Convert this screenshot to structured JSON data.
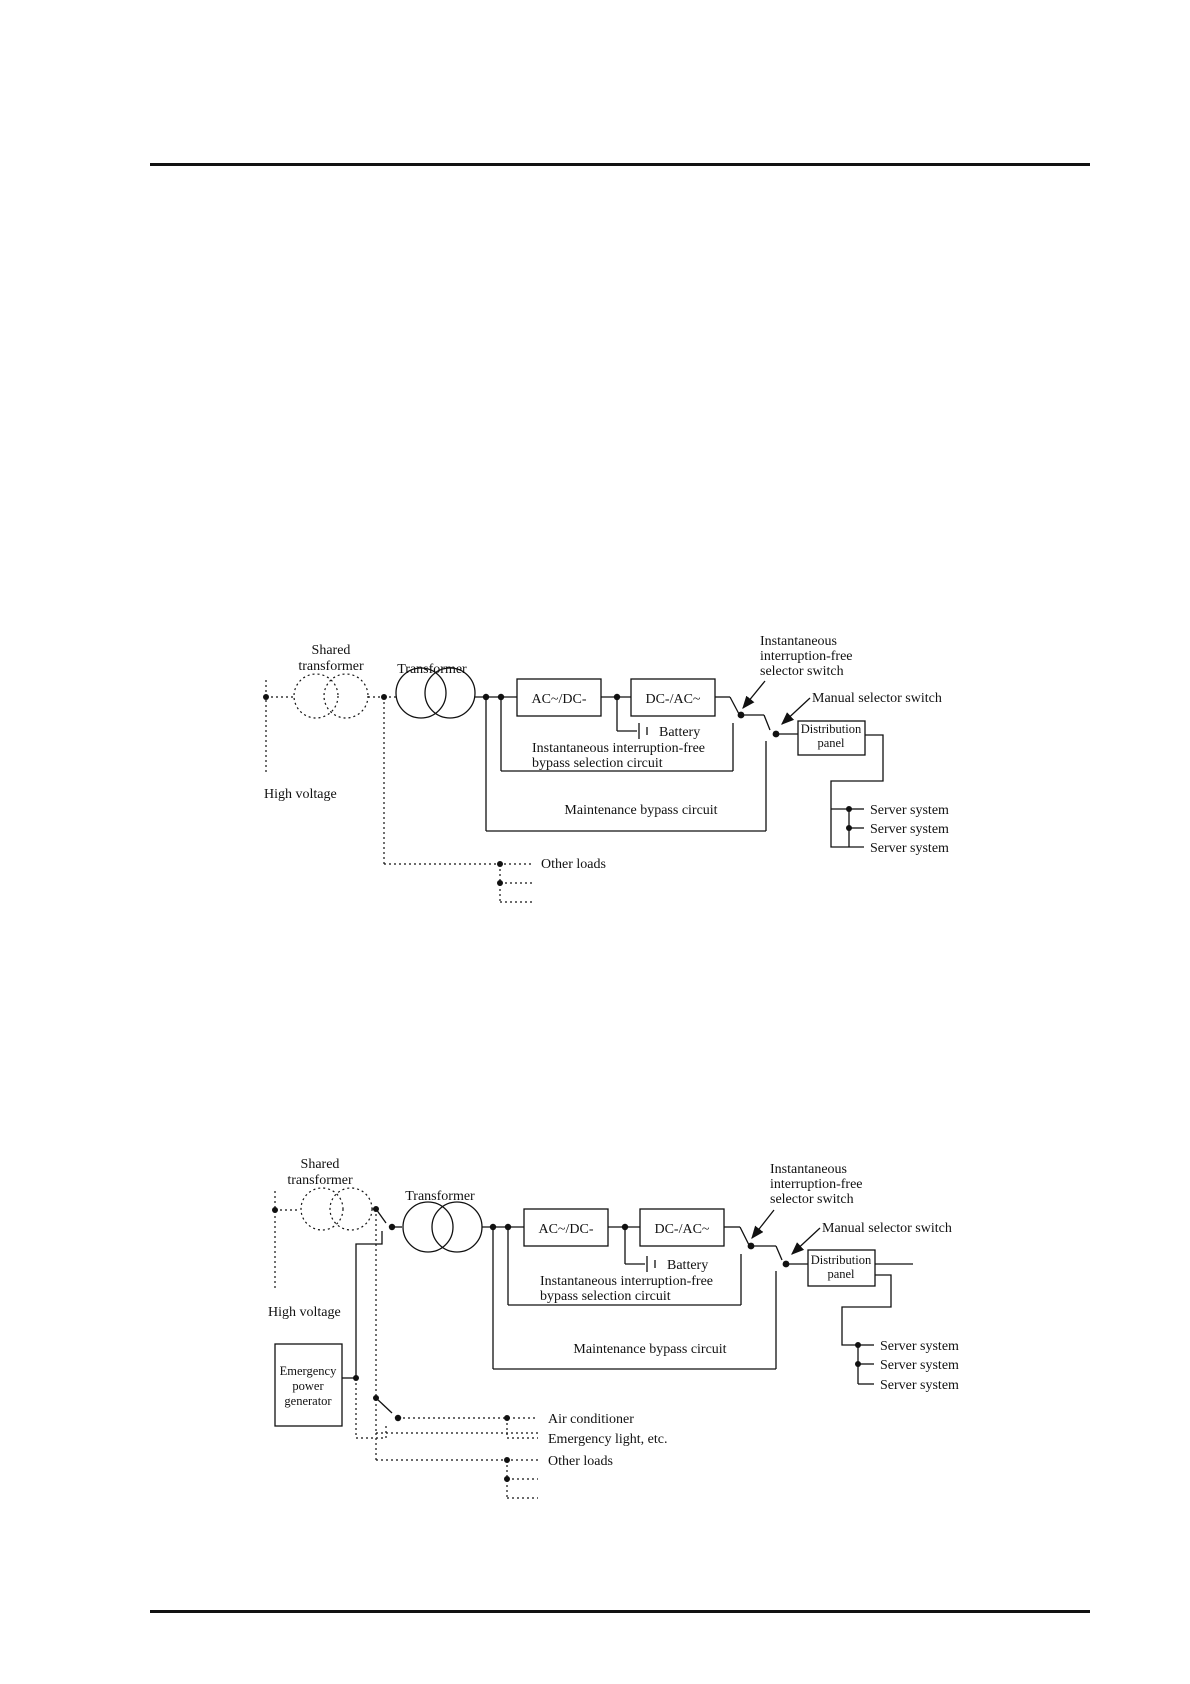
{
  "figure1": {
    "shared_transformer": [
      "Shared",
      "transformer"
    ],
    "transformer": "Transformer",
    "ac_dc": "AC~/DC-",
    "dc_ac": "DC-/AC~",
    "battery": "Battery",
    "ups_bypass": [
      "Instantaneous interruption-free",
      "bypass selection circuit"
    ],
    "maintenance_bypass": "Maintenance bypass circuit",
    "selector_switch": [
      "Instantaneous",
      "interruption-free",
      "selector switch"
    ],
    "manual_switch": "Manual selector switch",
    "distribution_panel": [
      "Distribution",
      "panel"
    ],
    "server_systems": [
      "Server system",
      "Server system",
      "Server system"
    ],
    "high_voltage": "High voltage",
    "other_loads": "Other loads"
  },
  "figure2": {
    "shared_transformer": [
      "Shared",
      "transformer"
    ],
    "transformer": "Transformer",
    "ac_dc": "AC~/DC-",
    "dc_ac": "DC-/AC~",
    "battery": "Battery",
    "ups_bypass": [
      "Instantaneous interruption-free",
      "bypass selection circuit"
    ],
    "maintenance_bypass": "Maintenance bypass circuit",
    "selector_switch": [
      "Instantaneous",
      "interruption-free",
      "selector switch"
    ],
    "manual_switch": "Manual selector switch",
    "distribution_panel": [
      "Distribution",
      "panel"
    ],
    "server_systems": [
      "Server system",
      "Server system",
      "Server system"
    ],
    "high_voltage": "High voltage",
    "generator": [
      "Emergency",
      "power",
      "generator"
    ],
    "air_conditioner": "Air conditioner",
    "emergency_light": "Emergency light, etc.",
    "other_loads": "Other loads"
  }
}
